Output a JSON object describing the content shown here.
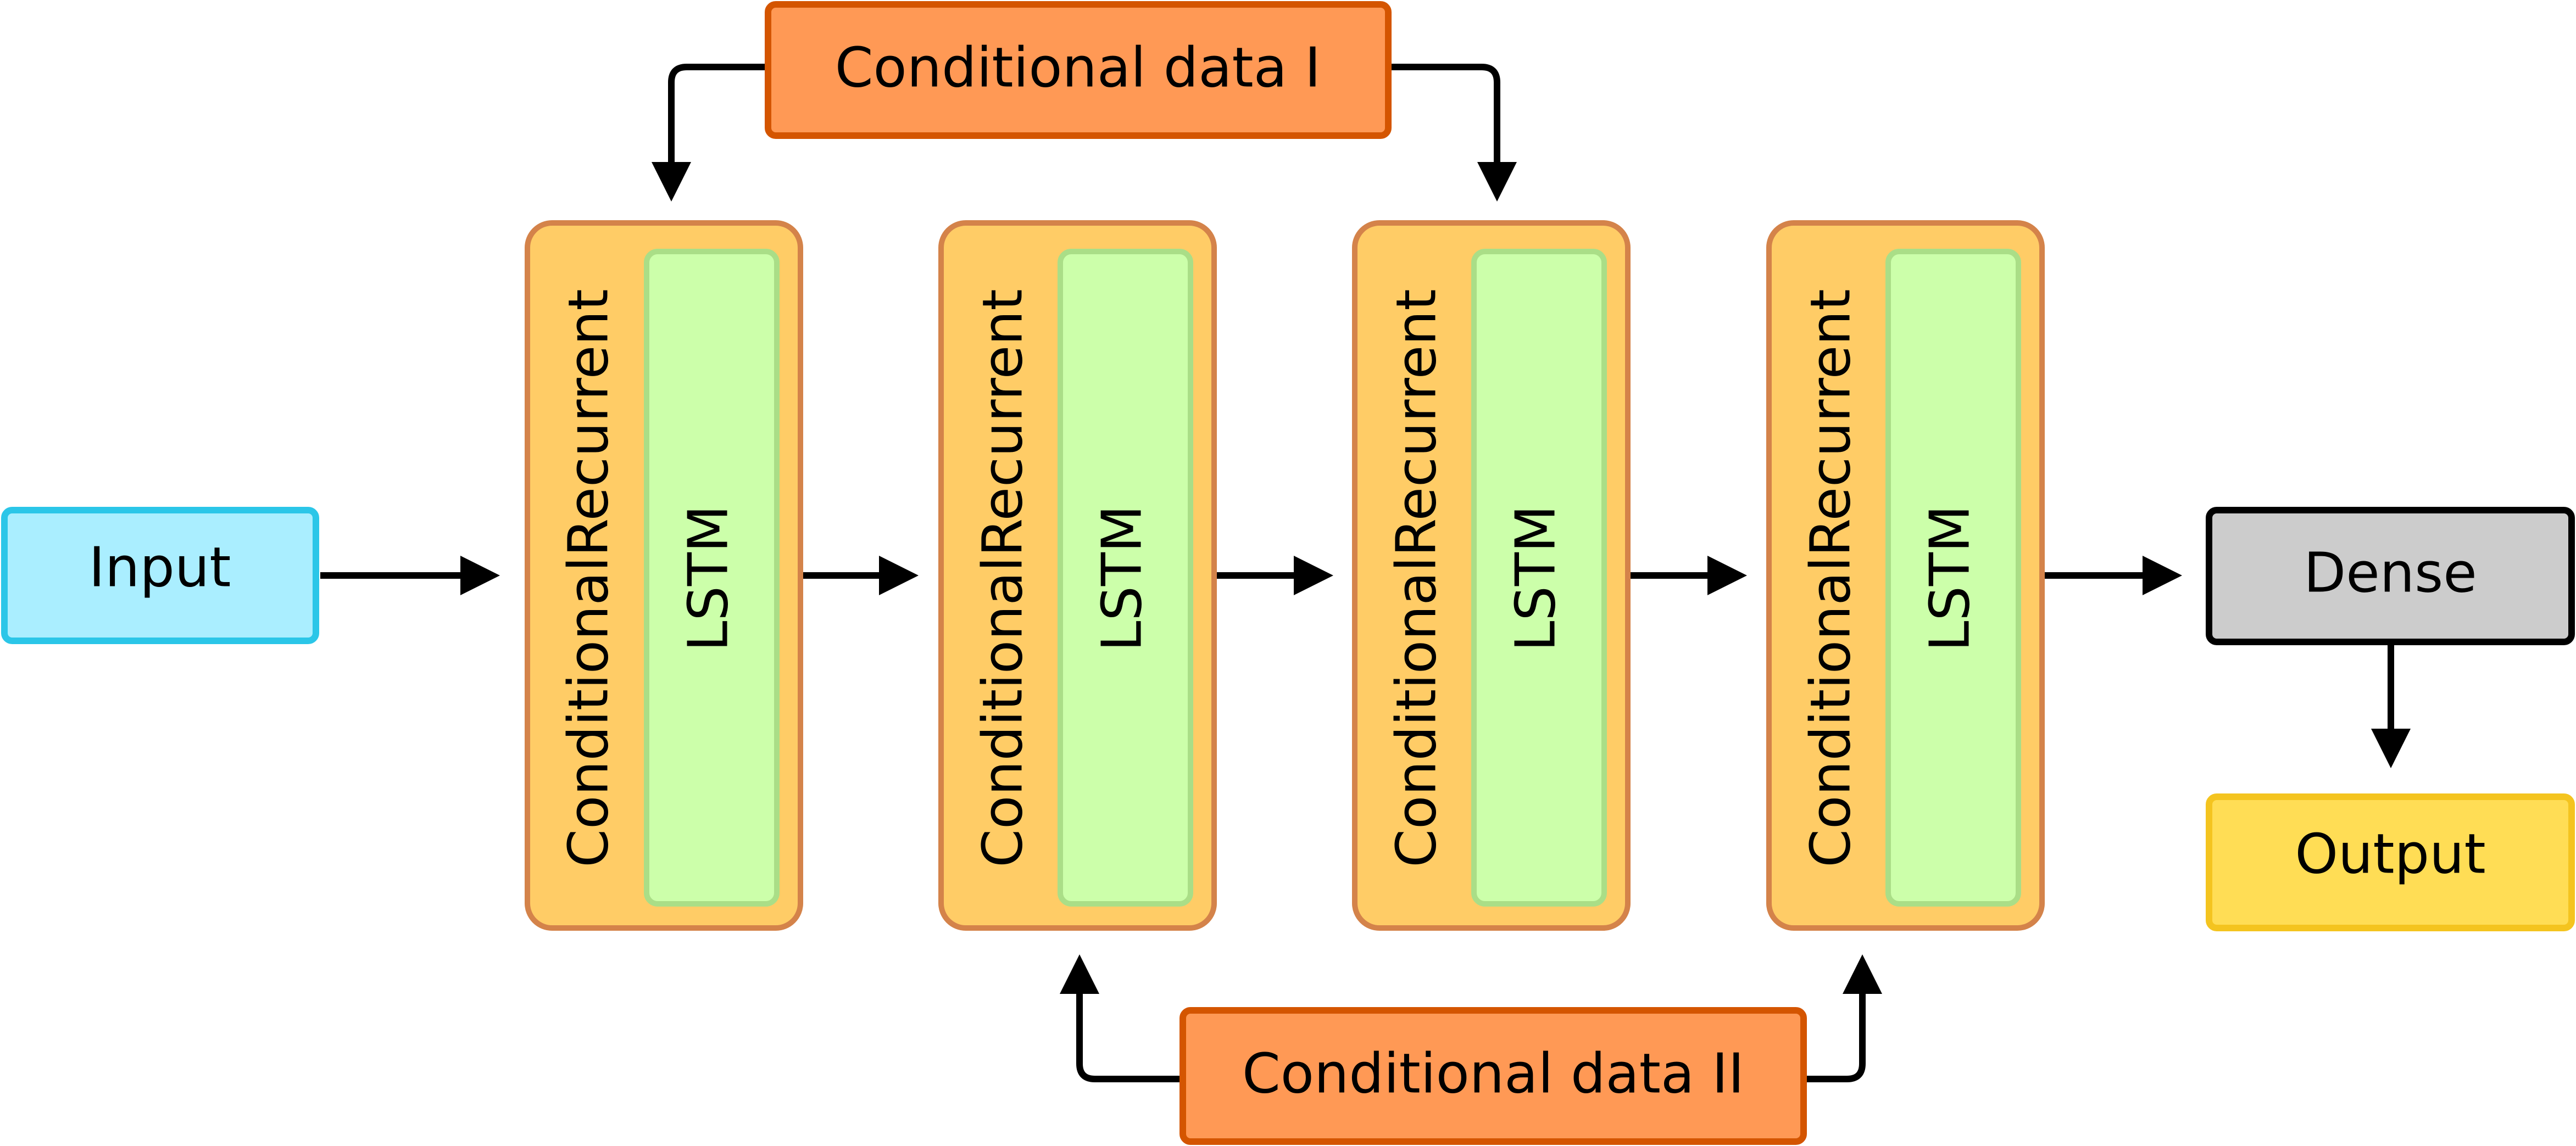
{
  "input": {
    "label": "Input"
  },
  "conditional_data_1": {
    "label": "Conditional data I"
  },
  "conditional_data_2": {
    "label": "Conditional data II"
  },
  "blocks": [
    {
      "outer_label": "ConditionalRecurrent",
      "inner_label": "LSTM"
    },
    {
      "outer_label": "ConditionalRecurrent",
      "inner_label": "LSTM"
    },
    {
      "outer_label": "ConditionalRecurrent",
      "inner_label": "LSTM"
    },
    {
      "outer_label": "ConditionalRecurrent",
      "inner_label": "LSTM"
    }
  ],
  "dense": {
    "label": "Dense"
  },
  "output": {
    "label": "Output"
  },
  "colors": {
    "input_fill": "#aaeeff",
    "input_stroke": "#2bc6e8",
    "conditional_fill": "#ff9955",
    "conditional_stroke": "#d45500",
    "outer_fill": "#ffcc66",
    "outer_stroke": "#d4834a",
    "inner_fill": "#ccffaa",
    "inner_stroke": "#aade87",
    "dense_fill": "#cccccc",
    "dense_stroke": "#000000",
    "output_fill": "#ffdd55",
    "output_stroke": "#f4c41f",
    "arrow": "#000000"
  }
}
